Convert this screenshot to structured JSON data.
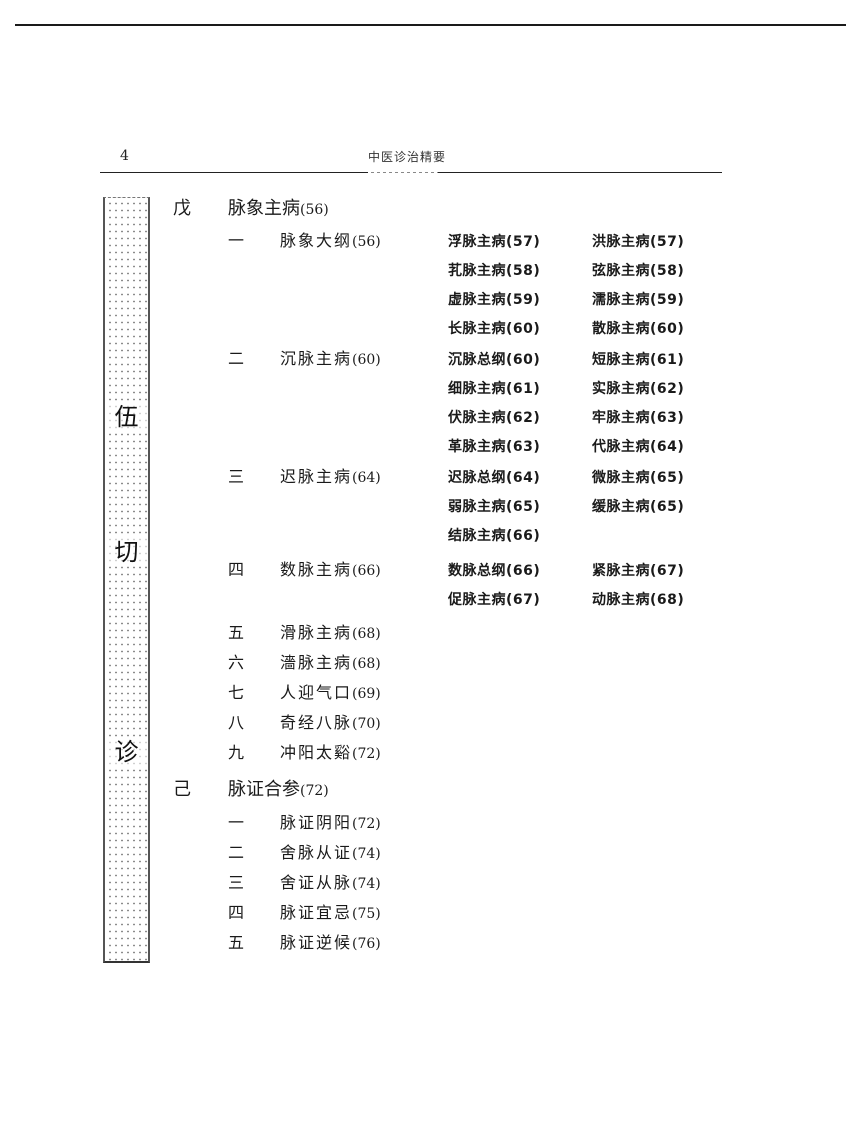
{
  "header": {
    "page_number": "4",
    "running_title": "中医诊治精要"
  },
  "sidebar": {
    "chars": [
      "伍",
      "切",
      "诊"
    ]
  },
  "sections": [
    {
      "mark": "戊",
      "title": "脉象主病",
      "page": "(56)",
      "items": [
        {
          "num": "一",
          "title": "脉象大纲",
          "page": "(56)",
          "subs": [
            [
              "浮脉主病(57)",
              "洪脉主病(57)"
            ],
            [
              "芤脉主病(58)",
              "弦脉主病(58)"
            ],
            [
              "虚脉主病(59)",
              "濡脉主病(59)"
            ],
            [
              "长脉主病(60)",
              "散脉主病(60)"
            ]
          ]
        },
        {
          "num": "二",
          "title": "沉脉主病",
          "page": "(60)",
          "subs": [
            [
              "沉脉总纲(60)",
              "短脉主病(61)"
            ],
            [
              "细脉主病(61)",
              "实脉主病(62)"
            ],
            [
              "伏脉主病(62)",
              "牢脉主病(63)"
            ],
            [
              "革脉主病(63)",
              "代脉主病(64)"
            ]
          ]
        },
        {
          "num": "三",
          "title": "迟脉主病",
          "page": "(64)",
          "subs": [
            [
              "迟脉总纲(64)",
              "微脉主病(65)"
            ],
            [
              "弱脉主病(65)",
              "缓脉主病(65)"
            ],
            [
              "结脉主病(66)",
              ""
            ]
          ]
        },
        {
          "num": "四",
          "title": "数脉主病",
          "page": "(66)",
          "subs": [
            [
              "数脉总纲(66)",
              "紧脉主病(67)"
            ],
            [
              "促脉主病(67)",
              "动脉主病(68)"
            ]
          ]
        },
        {
          "num": "五",
          "title": "滑脉主病",
          "page": "(68)",
          "subs": []
        },
        {
          "num": "六",
          "title": "濇脉主病",
          "page": "(68)",
          "subs": []
        },
        {
          "num": "七",
          "title": "人迎气口",
          "page": "(69)",
          "subs": []
        },
        {
          "num": "八",
          "title": "奇经八脉",
          "page": "(70)",
          "subs": []
        },
        {
          "num": "九",
          "title": "冲阳太谿",
          "page": "(72)",
          "subs": []
        }
      ]
    },
    {
      "mark": "己",
      "title": "脉证合参",
      "page": "(72)",
      "items": [
        {
          "num": "一",
          "title": "脉证阴阳",
          "page": "(72)",
          "subs": []
        },
        {
          "num": "二",
          "title": "舍脉从证",
          "page": "(74)",
          "subs": []
        },
        {
          "num": "三",
          "title": "舍证从脉",
          "page": "(74)",
          "subs": []
        },
        {
          "num": "四",
          "title": "脉证宜忌",
          "page": "(75)",
          "subs": []
        },
        {
          "num": "五",
          "title": "脉证逆候",
          "page": "(76)",
          "subs": []
        }
      ]
    }
  ]
}
